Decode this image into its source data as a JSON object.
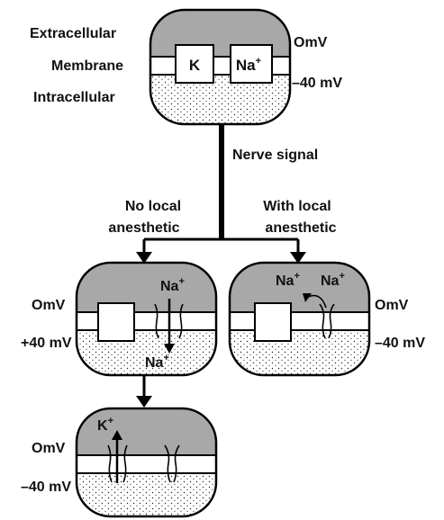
{
  "top_cell": {
    "labels": {
      "extracellular": "Extracellular",
      "membrane": "Membrane",
      "intracellular": "Intracellular"
    },
    "channels": {
      "k": "K",
      "na": "Na",
      "na_sup": "+"
    },
    "voltage_outside": "OmV",
    "voltage_inside": "–40 mV"
  },
  "signal_label": "Nerve signal",
  "branch_left": {
    "line1": "No local",
    "line2": "anesthetic"
  },
  "branch_right": {
    "line1": "With local",
    "line2": "anesthetic"
  },
  "cell_no_anesthetic": {
    "ion_top": "Na",
    "ion_top_sup": "+",
    "ion_bottom": "Na",
    "ion_bottom_sup": "+",
    "voltage_outside": "OmV",
    "voltage_inside": "+40 mV"
  },
  "cell_with_anesthetic": {
    "ion_left": "Na",
    "ion_left_sup": "+",
    "ion_right": "Na",
    "ion_right_sup": "+",
    "voltage_outside": "OmV",
    "voltage_inside": "–40 mV"
  },
  "cell_repolarized": {
    "ion": "K",
    "ion_sup": "+",
    "voltage_outside": "OmV",
    "voltage_inside": "–40 mV"
  },
  "colors": {
    "extracellular_fill": "#a8a8a8",
    "intracellular_dots": "#000000",
    "line": "#000000"
  }
}
